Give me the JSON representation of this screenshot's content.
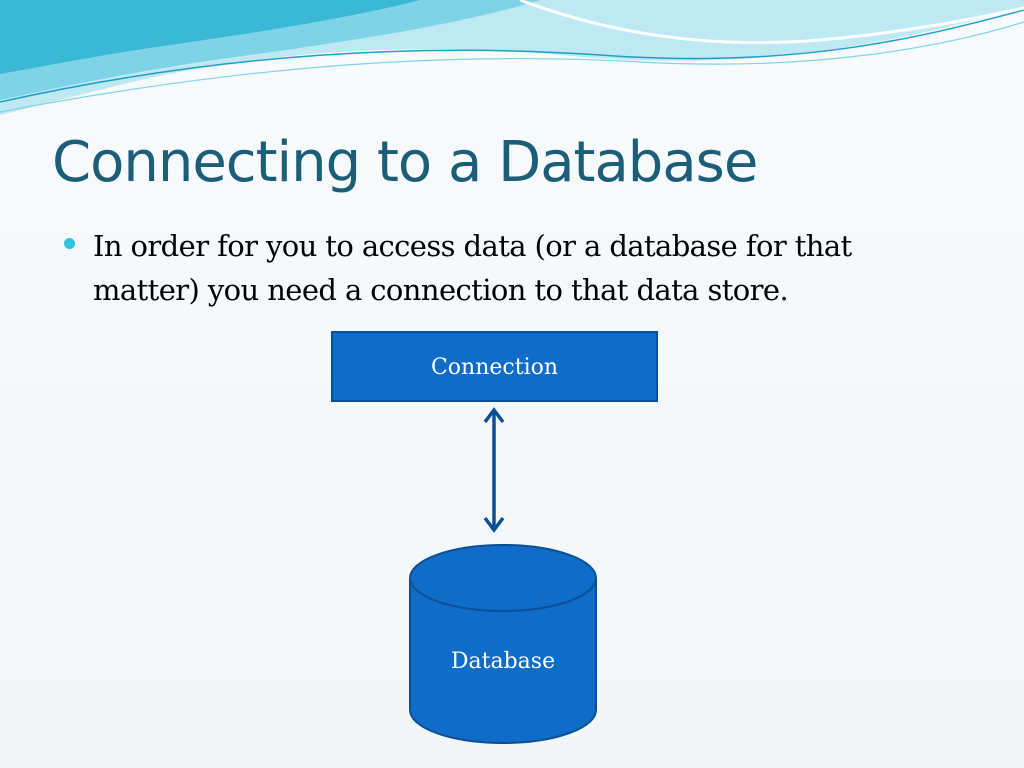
{
  "slide": {
    "title": "Connecting to a Database",
    "bullets": [
      "In order for you to access data (or a database for that matter) you need a connection to that data store."
    ]
  },
  "diagram": {
    "nodes": {
      "connection": "Connection",
      "database": "Database"
    },
    "edge": "bidirectional arrow between Connection and Database"
  },
  "colors": {
    "title": "#1c5d78",
    "bullet": "#2ec4de",
    "node_fill": "#0f6cc8",
    "node_border": "#0b4f94",
    "arrow": "#0b4f94"
  }
}
